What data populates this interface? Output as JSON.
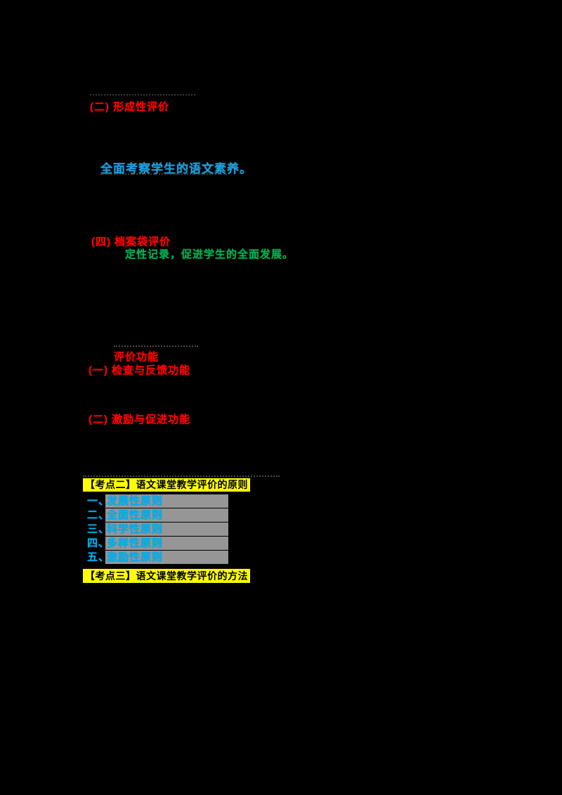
{
  "document": {
    "background_color": "#000000",
    "description": "exam notes page on Chinese language classroom teaching evaluation"
  },
  "sections": {
    "red_heading_type2": "(二) 形成性评价",
    "blue_note": "全面考察学生的语文素养。",
    "red_heading_type4": "(四) 档案袋评价",
    "green_note": "定性记录，促进学生的全面发展。",
    "red_subtitle": "评价功能",
    "red_func_1": "(一) 检查与反馈功能",
    "red_func_2": "(二) 激励与促进功能"
  },
  "kaodian2": {
    "title": "【考点二】语文课堂教学评价的原则"
  },
  "principles": {
    "items": [
      {
        "num": "一、",
        "label": "发展性原则"
      },
      {
        "num": "二、",
        "label": "全面性原则"
      },
      {
        "num": "三、",
        "label": "科学性原则"
      },
      {
        "num": "四、",
        "label": "多样性原则"
      },
      {
        "num": "五、",
        "label": "激励性原则"
      }
    ]
  },
  "kaodian3": {
    "title": "【考点三】语文课堂教学评价的方法"
  },
  "colors": {
    "heading_red": "#FF0000",
    "note_blue": "#1E9CD7",
    "note_green": "#00B050",
    "highlight_yellow": "#FFFF00",
    "list_blue": "#00AEEF",
    "list_highlight_gray": "#969696"
  }
}
